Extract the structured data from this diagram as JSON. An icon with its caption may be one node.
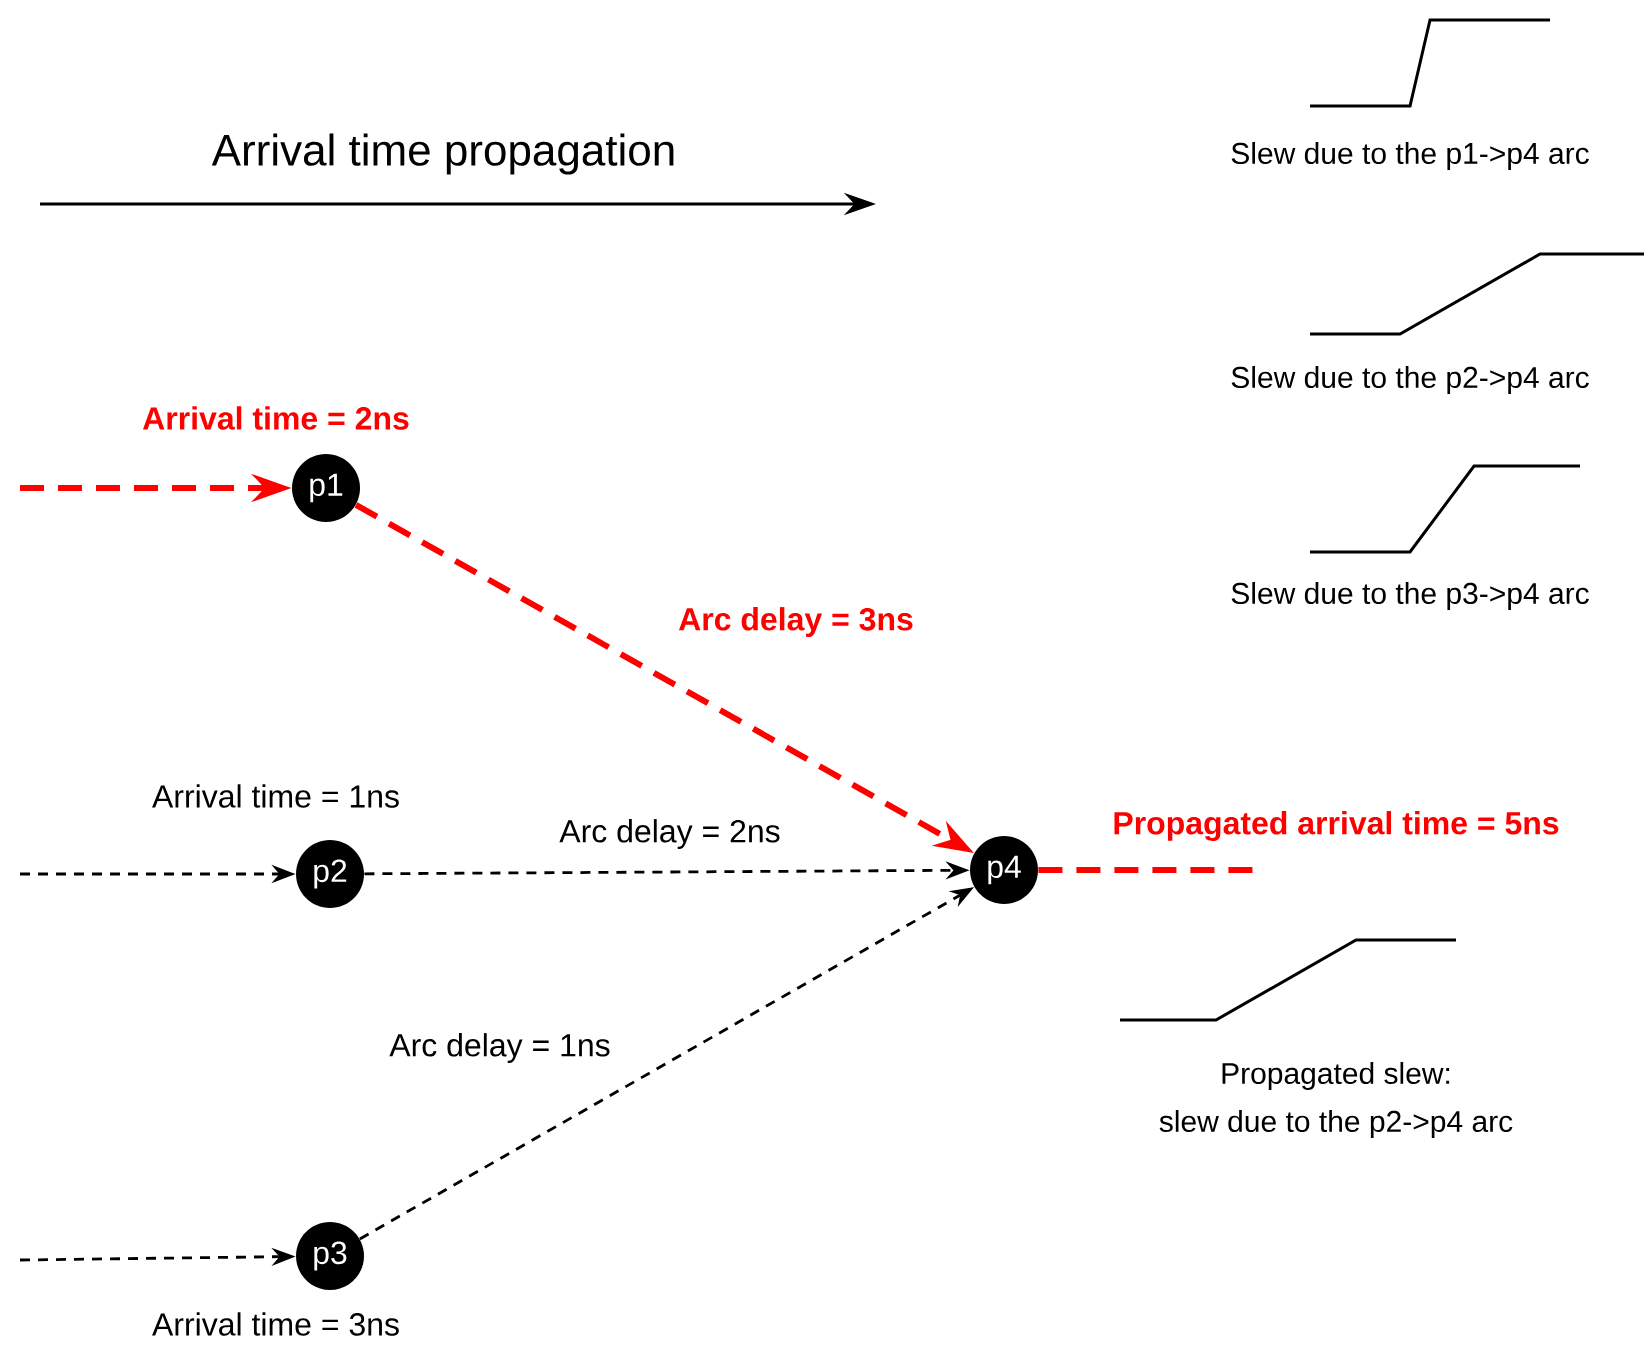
{
  "diagram": {
    "nodes": [
      {
        "text": [
          "p1"
        ],
        "beside": [
          "Arrival time = 2ns"
        ]
      },
      {
        "text": [
          "p2"
        ],
        "beside": [
          "Arrival time = 1ns"
        ]
      },
      {
        "text": [
          "p3"
        ],
        "beside": [
          "Arrival time = 3ns"
        ]
      },
      {
        "text": [
          "p4"
        ]
      }
    ],
    "edges": [
      {
        "from": null,
        "to": 0,
        "arrow": "to",
        "style": "dashed",
        "color": "#ff0000"
      },
      {
        "from": null,
        "to": 1,
        "arrow": "to",
        "style": "dashed"
      },
      {
        "from": null,
        "to": 2,
        "arrow": "to",
        "style": "dashed"
      },
      {
        "from": 0,
        "to": 3,
        "arrow": "to",
        "style": "dashed",
        "color": "#ff0000",
        "label": "Arc delay = 3ns"
      },
      {
        "from": 1,
        "to": 3,
        "arrow": "to",
        "style": "dashed",
        "label": "Arc delay = 2ns"
      },
      {
        "from": 2,
        "to": 3,
        "arrow": "to",
        "style": "dashed",
        "label": "Arc delay = 1ns"
      },
      {
        "from": 3,
        "to": null,
        "arrow": "none",
        "style": "dashed",
        "color": "#ff0000",
        "label": "Propagated arrival time = 5ns"
      }
    ],
    "labels": [
      "Arrival time propagation",
      "Slew due to the p1->p4 arc",
      "Slew due to the p2->p4 arc",
      "Slew due to the p3->p4 arc",
      "Propagated slew:",
      "slew due to the p2->p4 arc"
    ]
  }
}
